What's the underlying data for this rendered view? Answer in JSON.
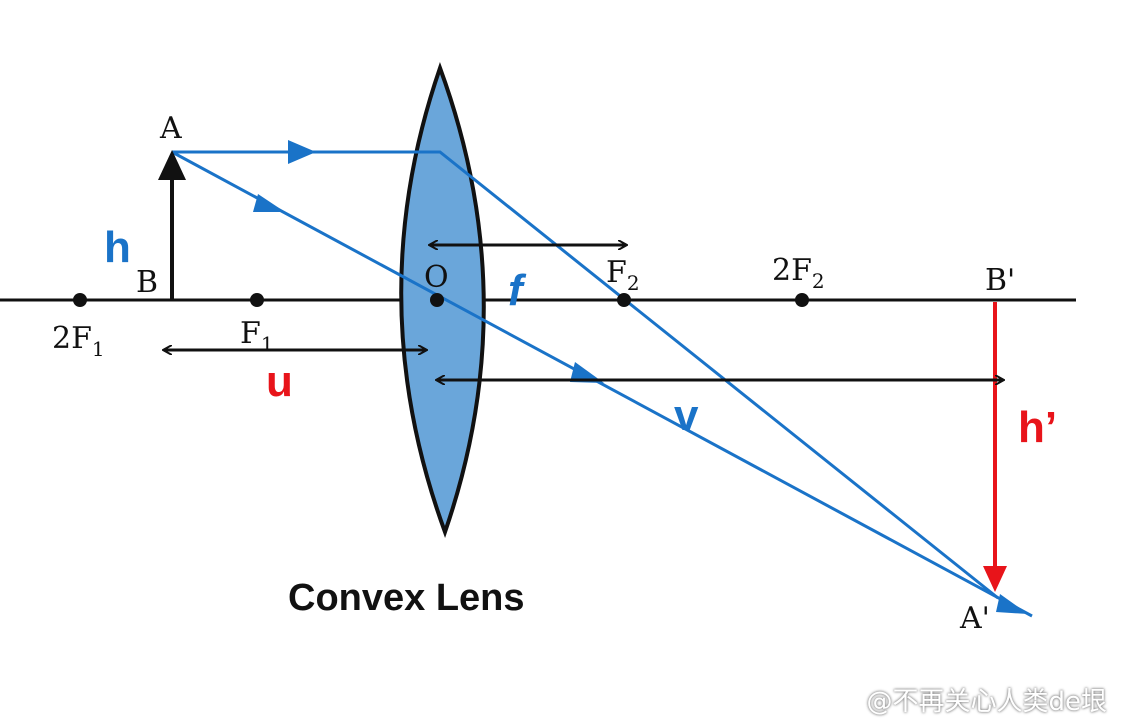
{
  "caption": "Convex Lens",
  "labels": {
    "A": "A",
    "B": "B",
    "h": "h",
    "O": "O",
    "f": "f",
    "F1": "F",
    "F1_sub": "1",
    "F2": "F",
    "F2_sub": "2",
    "twoF1": "2F",
    "twoF1_sub": "1",
    "twoF2": "2F",
    "twoF2_sub": "2",
    "B_prime": "B'",
    "A_prime": "A'",
    "u": "u",
    "v": "v",
    "h_prime": "h’"
  },
  "watermark": "@不再关心人类de垠",
  "colors": {
    "ray": "#1a73c8",
    "lens": "#6aa6da",
    "image": "#e8141a",
    "black": "#111111"
  }
}
